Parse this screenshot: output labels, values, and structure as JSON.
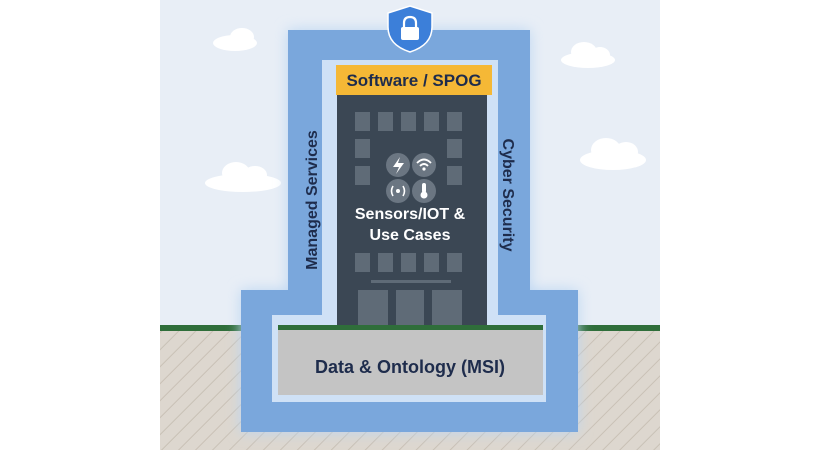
{
  "diagram": {
    "top_label": "Software / SPOG",
    "center_label": "Sensors/IOT & Use Cases",
    "bottom_label": "Data & Ontology (MSI)",
    "left_label": "Managed Services",
    "right_label": "Cyber Security",
    "icons": [
      "lock-icon",
      "lightning-icon",
      "wifi-icon",
      "signal-icon",
      "thermometer-icon"
    ],
    "colors": {
      "sky": "#e8eef6",
      "frame": "#7aa7dc",
      "frame_glow": "#bcd6f2",
      "software_bar": "#f5b836",
      "building": "#3b4754",
      "windows": "#5f6b77",
      "foundation": "#c4c4c4",
      "ground": "#d9d3cb",
      "grass": "#2f6e3a",
      "text": "#1e2c4c",
      "shield": "#3c7fd9"
    }
  }
}
